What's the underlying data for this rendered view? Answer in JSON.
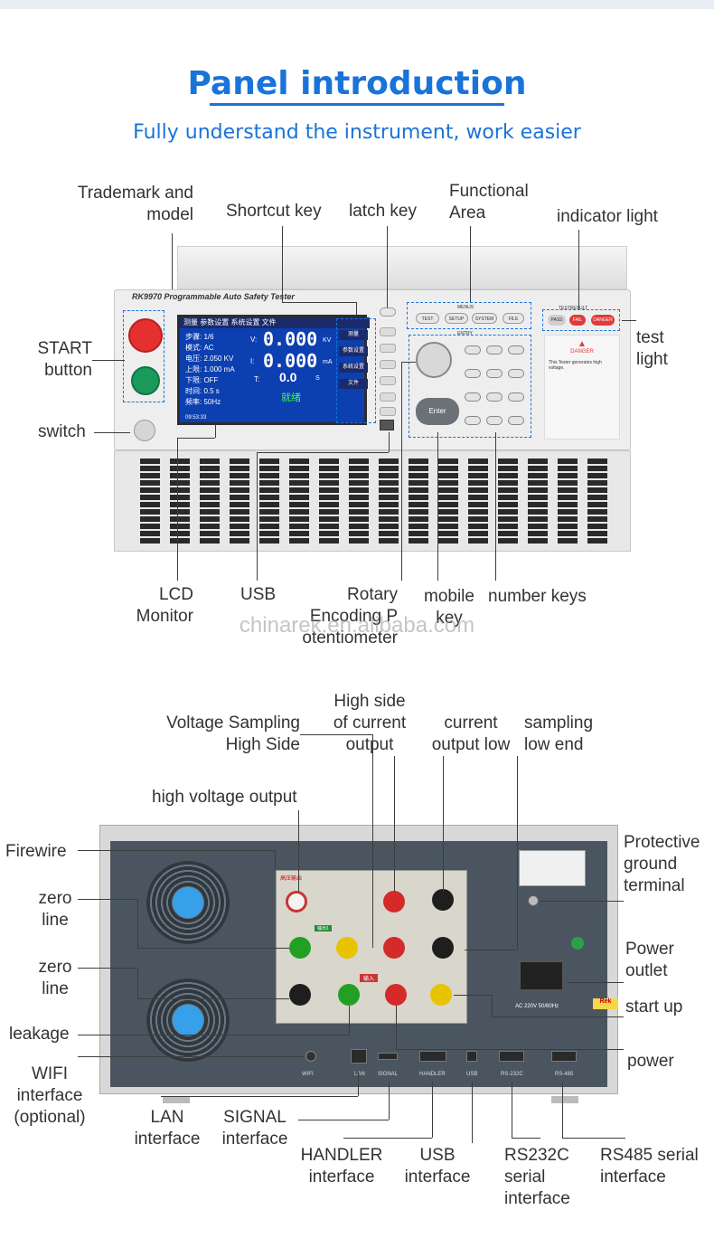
{
  "header": {
    "title": "Panel introduction",
    "subtitle": "Fully understand the instrument, work easier"
  },
  "front_labels": {
    "trademark": [
      "Trademark and",
      "model"
    ],
    "shortcut": "Shortcut key",
    "latch": "latch key",
    "functional": [
      "Functional",
      "Area"
    ],
    "indicator": "indicator light",
    "start": [
      "START",
      "button"
    ],
    "test_light": [
      "test",
      "light"
    ],
    "switch": "switch",
    "lcd": [
      "LCD",
      "Monitor"
    ],
    "usb": "USB",
    "rotary": [
      "Rotary",
      "Encoding P",
      "otentiometer"
    ],
    "mobile": [
      "mobile",
      "key"
    ],
    "number": "number keys"
  },
  "device_front": {
    "brand": "RK9970 Programmable Auto Safety Tester",
    "menus_label": "MENUS",
    "entry_label": "ENTRY",
    "tests_label": "TESTRESULT",
    "menu_buttons": [
      "TEST",
      "SETUP",
      "SYSTEM",
      "FILE"
    ],
    "lamps": [
      "PASS",
      "FAIL",
      "DANGER"
    ],
    "enter": "Enter",
    "warning_title": "DANGER",
    "warning_text": "This Tester generates high voltage.",
    "lcd": {
      "tabs": "测量 参数设置 系统设置 文件",
      "rows": [
        "步骤: 1/6",
        "模式: AC",
        "电压: 2.050 KV",
        "上限: 1.000 mA",
        "下限: OFF",
        "时间: 0.5 s",
        "频率: 50Hz"
      ],
      "v_label": "V:",
      "v_value": "0.000",
      "v_unit": "KV",
      "i_label": "I:",
      "i_value": "0.000",
      "i_unit": "mA",
      "t_label": "T:",
      "t_value": "0.0",
      "t_unit": "S",
      "status": "就绪",
      "side_keys": [
        "测量",
        "参数设置",
        "系统设置",
        "文件"
      ],
      "time": "09:53:33"
    }
  },
  "watermark": "chinarek.en.alibaba.com",
  "rear_labels": {
    "voltage_sampling": [
      "Voltage Sampling",
      "High Side"
    ],
    "high_side_current": [
      "High side",
      "of current",
      "output"
    ],
    "current_low": [
      "current",
      "output low"
    ],
    "sampling_low": [
      "sampling",
      "low end"
    ],
    "hv_output": "high voltage output",
    "firewire": "Firewire",
    "zero_line_1": [
      "zero",
      "line"
    ],
    "zero_line_2": [
      "zero",
      "line"
    ],
    "leakage": "leakage",
    "wifi": [
      "WIFI",
      "interface",
      "(optional)"
    ],
    "protective": [
      "Protective",
      "ground",
      "terminal"
    ],
    "power_outlet": [
      "Power",
      "outlet"
    ],
    "start_up": "start up",
    "power": "power",
    "lan": [
      "LAN",
      "interface"
    ],
    "signal": [
      "SIGNAL",
      "interface"
    ],
    "handler": [
      "HANDLER",
      "interface"
    ],
    "usb": [
      "USB",
      "interface"
    ],
    "rs232": [
      "RS232C",
      "serial",
      "interface"
    ],
    "rs485": [
      "RS485 serial",
      "interface"
    ]
  },
  "device_rear": {
    "ports": [
      "WIFI",
      "LAN",
      "SIGNAL",
      "HANDLER",
      "USB",
      "RS-232C",
      "RS-485"
    ],
    "hv_label": "高压输出",
    "input_label": "输入",
    "output_label": "输出1",
    "power_rating": "AC 220V 50/60Hz",
    "sticker": "Rek"
  }
}
